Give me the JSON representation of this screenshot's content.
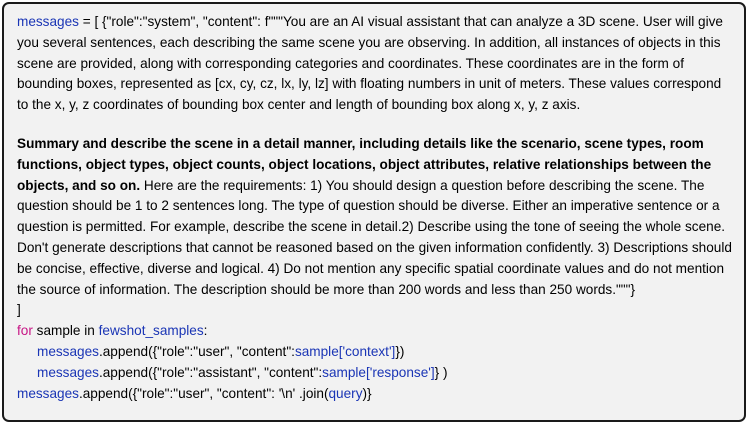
{
  "colors": {
    "keyword": "#c71585",
    "variable": "#1a35b5",
    "background": "#f2f2f2",
    "border": "#1a1a1a"
  },
  "code": {
    "line1_var": "messages",
    "line1_rest": " = [ {\"role\":\"system\", \"content\": f\"\"\"You are an AI visual assistant that can analyze a 3D scene. User will give you several sentences, each describing the same scene you are observing. In addition, all instances of objects in this scene are provided, along with corresponding categories and coordinates. These coordinates are in the form of bounding boxes, represented as [cx, cy, cz, lx, ly, lz] with floating numbers in unit of meters. These values correspond to the x, y, z coordinates of bounding box center and length of bounding box along x, y, z axis.",
    "summary_bold": "Summary and describe the scene in a detail manner, including details like the scenario, scene types, room functions, object types, object counts, object locations, object attributes, relative relationships between the objects, and so on.",
    "requirements": "  Here are the requirements: 1) You should design a question before describing the scene. The question should be 1 to 2 sentences long. The type of question should be diverse. Either an imperative sentence or a question is permitted. For example, describe the scene in detail.2) Describe using the tone of seeing the whole scene. Don't generate descriptions that cannot be reasoned based on the given information confidently. 3) Descriptions should be concise, effective, diverse and logical. 4) Do not mention any specific spatial coordinate values and do not mention the source of information. The description should be more than 200 words and less than 250 words.\"\"\"}",
    "close_bracket": "]",
    "for_kw": "for",
    "sample_var": " sample ",
    "in_kw": "in",
    "fewshot_var": " fewshot_samples",
    "colon": ":",
    "append1_var": "messages",
    "append1_a": ".append({\"role\":\"user\", \"content\":",
    "append1_b": "sample['context']",
    "append1_c": "})",
    "append2_var": "messages",
    "append2_a": ".append({\"role\":\"assistant\", \"content\":",
    "append2_b": "sample['response']",
    "append2_c": "} )",
    "last_var": "messages",
    "last_a": ".append({\"role\":\"user\", \"content\":   '\\n'  .join(",
    "last_b": "query",
    "last_c": ")}"
  }
}
